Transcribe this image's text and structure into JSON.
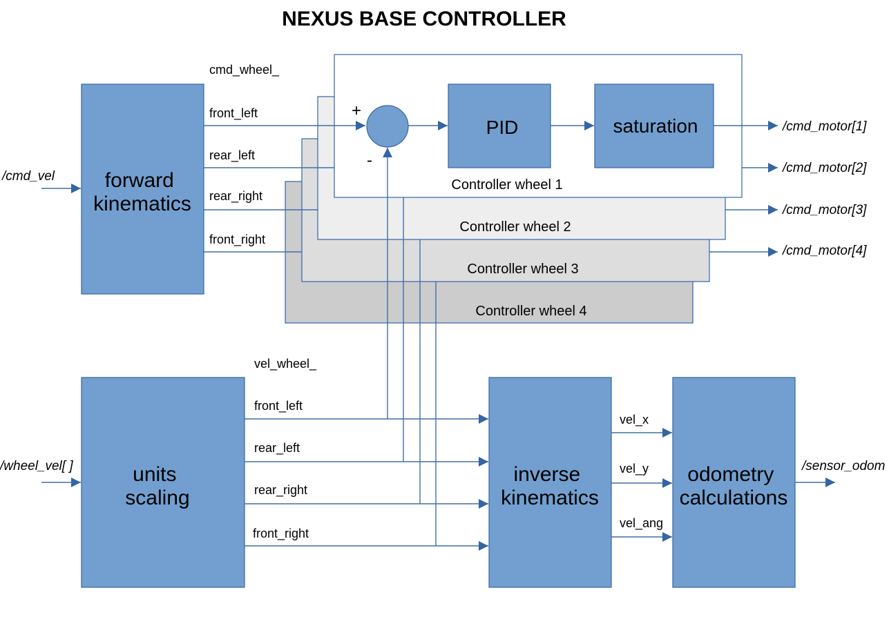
{
  "title": "NEXUS BASE CONTROLLER",
  "colors": {
    "block_fill": "#729fcf",
    "block_border": "#3465a4",
    "wire": "#3f6fa8",
    "controller_1": "#ffffff",
    "controller_2": "#eeeeee",
    "controller_3": "#dddddd",
    "controller_4": "#cccccc"
  },
  "inputs": {
    "cmd_vel": "/cmd_vel",
    "wheel_vel": "/wheel_vel[ ]"
  },
  "outputs": {
    "motors": [
      "/cmd_motor[1]",
      "/cmd_motor[2]",
      "/cmd_motor[3]",
      "/cmd_motor[4]"
    ],
    "odom": "/sensor_odom"
  },
  "blocks": {
    "forward_kinematics": [
      "forward",
      "kinematics"
    ],
    "pid": "PID",
    "saturation": "saturation",
    "units_scaling": [
      "units",
      "scaling"
    ],
    "inverse_kinematics": [
      "inverse",
      "kinematics"
    ],
    "odometry": [
      "odometry",
      "calculations"
    ]
  },
  "controllers": [
    "Controller wheel 1",
    "Controller wheel 2",
    "Controller wheel 3",
    "Controller wheel 4"
  ],
  "summing_junction": {
    "plus": "+",
    "minus": "-"
  },
  "cmd_wheel": {
    "prefix": "cmd_wheel_",
    "signals": [
      "front_left",
      "rear_left",
      "rear_right",
      "front_right"
    ]
  },
  "vel_wheel": {
    "prefix": "vel_wheel_",
    "signals": [
      "front_left",
      "rear_left",
      "rear_right",
      "front_right"
    ]
  },
  "velocities": [
    "vel_x",
    "vel_y",
    "vel_ang"
  ]
}
